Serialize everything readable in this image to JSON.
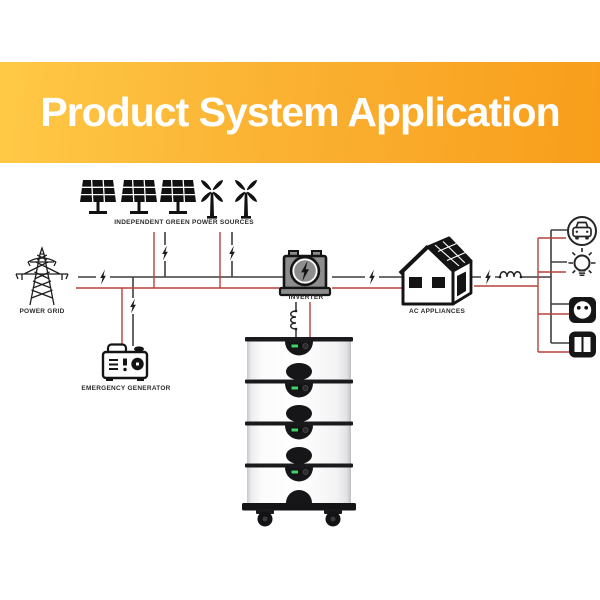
{
  "banner": {
    "title": "Product System Application",
    "bg_gradient_start": "#ffc946",
    "bg_gradient_end": "#f89e1b",
    "text_color": "#ffffff"
  },
  "diagram": {
    "labels": {
      "green_sources": "INDEPENDENT GREEN POWER SOURCES",
      "power_grid": "POWER GRID",
      "inverter": "INVERTER",
      "ac_appliances": "AC APPLIANCES",
      "emergency_generator": "EMERGENCY GENERATOR"
    },
    "wire_colors": {
      "dc_red_line": "#b8403a",
      "ac_black_line": "#3f3f3f"
    },
    "components": [
      {
        "name": "independent-green-power-sources",
        "icons": [
          "solar-panel",
          "solar-panel",
          "solar-panel",
          "wind-turbine",
          "wind-turbine"
        ]
      },
      {
        "name": "power-grid",
        "icon": "transmission-tower-icon"
      },
      {
        "name": "inverter",
        "icon": "battery-bolt-icon"
      },
      {
        "name": "ac-appliances",
        "icon": "solar-house-icon"
      },
      {
        "name": "emergency-generator",
        "icon": "portable-generator-icon"
      },
      {
        "name": "battery-stack",
        "icon": "stacked-battery-modules",
        "module_count": 4
      },
      {
        "name": "ac-loads",
        "icons": [
          "ev-car-icon",
          "light-bulb-icon",
          "power-outlet-icon",
          "wall-switch-icon"
        ]
      }
    ]
  }
}
